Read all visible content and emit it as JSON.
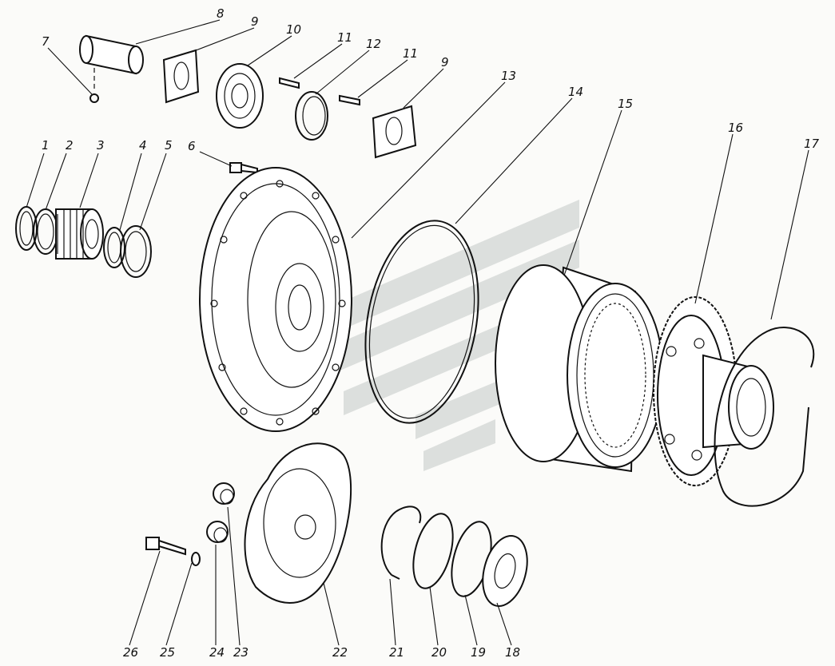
{
  "diagram": {
    "callouts": [
      {
        "id": "1",
        "label": "1"
      },
      {
        "id": "2",
        "label": "2"
      },
      {
        "id": "3",
        "label": "3"
      },
      {
        "id": "4",
        "label": "4"
      },
      {
        "id": "5",
        "label": "5"
      },
      {
        "id": "6",
        "label": "6"
      },
      {
        "id": "7",
        "label": "7"
      },
      {
        "id": "8",
        "label": "8"
      },
      {
        "id": "9a",
        "label": "9"
      },
      {
        "id": "10",
        "label": "10"
      },
      {
        "id": "11a",
        "label": "11"
      },
      {
        "id": "12",
        "label": "12"
      },
      {
        "id": "11b",
        "label": "11"
      },
      {
        "id": "9b",
        "label": "9"
      },
      {
        "id": "13",
        "label": "13"
      },
      {
        "id": "14",
        "label": "14"
      },
      {
        "id": "15",
        "label": "15"
      },
      {
        "id": "16",
        "label": "16"
      },
      {
        "id": "17",
        "label": "17"
      },
      {
        "id": "18",
        "label": "18"
      },
      {
        "id": "19",
        "label": "19"
      },
      {
        "id": "20",
        "label": "20"
      },
      {
        "id": "21",
        "label": "21"
      },
      {
        "id": "22",
        "label": "22"
      },
      {
        "id": "23",
        "label": "23"
      },
      {
        "id": "24",
        "label": "24"
      },
      {
        "id": "25",
        "label": "25"
      },
      {
        "id": "26",
        "label": "26"
      }
    ]
  }
}
